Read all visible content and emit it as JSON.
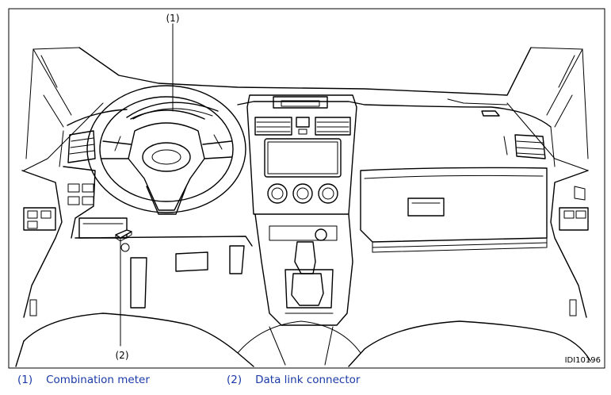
{
  "diagram": {
    "callouts": [
      {
        "id": "1",
        "label": "(1)"
      },
      {
        "id": "2",
        "label": "(2)"
      }
    ],
    "figure_id": "IDI10196"
  },
  "legend": [
    {
      "num": "(1)",
      "text": "Combination meter"
    },
    {
      "num": "(2)",
      "text": "Data link connector"
    }
  ],
  "colors": {
    "legend_text": "#1a3aa8",
    "line": "#000000",
    "background": "#ffffff"
  }
}
